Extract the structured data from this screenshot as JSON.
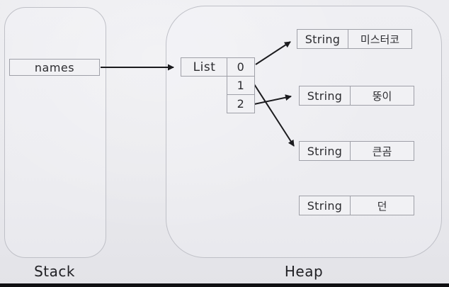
{
  "stack": {
    "caption": "Stack",
    "variable_box": {
      "label": "names"
    }
  },
  "heap": {
    "caption": "Heap",
    "list_box": {
      "type_label": "List",
      "indices": [
        "0",
        "1",
        "2"
      ]
    },
    "string_boxes": [
      {
        "type_label": "String",
        "value": "미스터코"
      },
      {
        "type_label": "String",
        "value": "뚱이"
      },
      {
        "type_label": "String",
        "value": "큰곰"
      },
      {
        "type_label": "String",
        "value": "던"
      }
    ],
    "references": [
      {
        "from": "names",
        "to": "List"
      },
      {
        "from": "index 0",
        "to": "미스터코"
      },
      {
        "from": "index 1",
        "to": "큰곰"
      },
      {
        "from": "index 2",
        "to": "뚱이"
      }
    ]
  },
  "colors": {
    "background": "#e9e9ed",
    "box_border": "#9fa0a8",
    "container_border": "#bfc0c7",
    "text": "#2c2c30",
    "arrow": "#1b1b1e",
    "bottom_bar": "#101012"
  }
}
